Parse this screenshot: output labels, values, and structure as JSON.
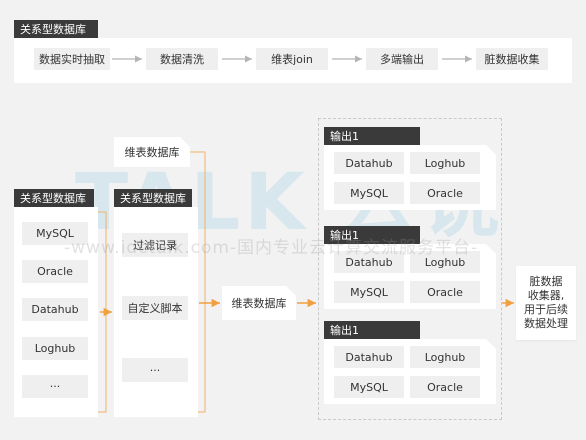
{
  "top_bar": {
    "tag": "关系型数据库",
    "steps": [
      "数据实时抽取",
      "数据清洗",
      "维表join",
      "多端输出",
      "脏数据收集"
    ]
  },
  "left_db": {
    "tag": "关系型数据库",
    "items": [
      "MySQL",
      "Oracle",
      "Datahub",
      "Loghub",
      "···"
    ]
  },
  "mid_db": {
    "tag": "关系型数据库",
    "items": [
      "过滤记录",
      "自定义脚本",
      "···"
    ]
  },
  "dim_table_top": "维表数据库",
  "dim_table_mid": "维表数据库",
  "outputs": [
    {
      "tag": "输出1",
      "cells": [
        "Datahub",
        "Loghub",
        "MySQL",
        "Oracle"
      ]
    },
    {
      "tag": "输出1",
      "cells": [
        "Datahub",
        "Loghub",
        "MySQL",
        "Oracle"
      ]
    },
    {
      "tag": "输出1",
      "cells": [
        "Datahub",
        "Loghub",
        "MySQL",
        "Oracle"
      ]
    }
  ],
  "dirty_collector": {
    "lines": [
      "脏数据",
      "收集器,",
      "用于后续",
      "数据处理"
    ]
  },
  "watermark": {
    "logo": "TALK 云说",
    "url": "-www.idctalk.com-国内专业云计算交流服务平台-"
  },
  "colors": {
    "arrow": "#f0a040",
    "tag": "#3a3a3a",
    "connector": "#f3b36a"
  }
}
